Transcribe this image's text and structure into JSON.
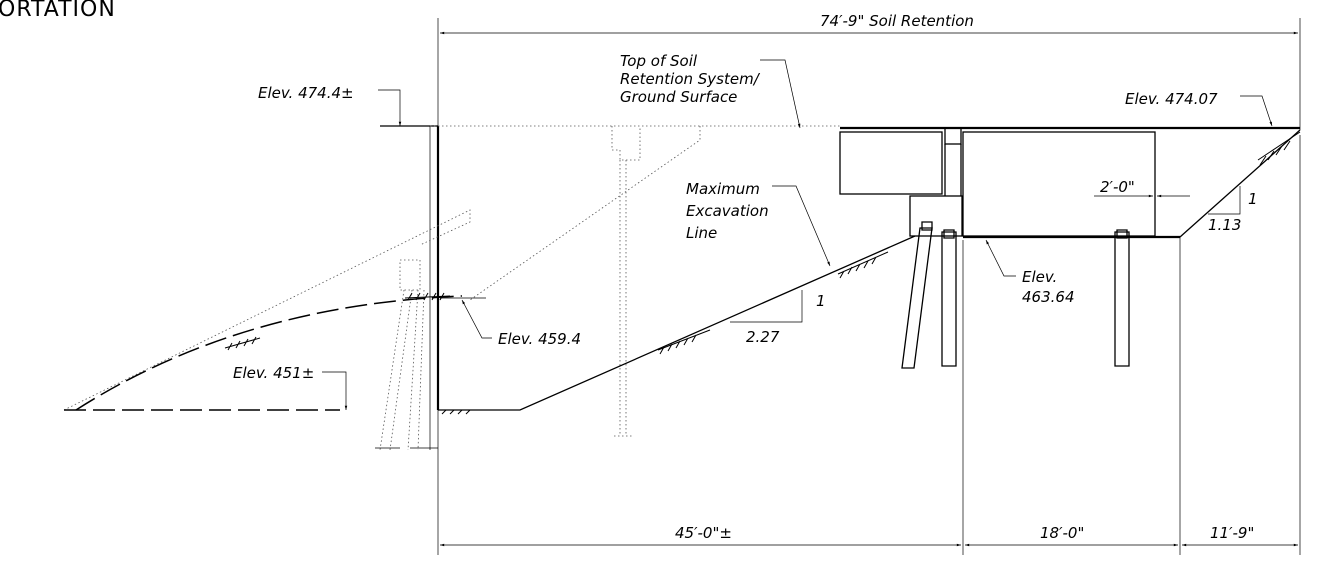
{
  "drawing": {
    "title": "ORTATION",
    "labels": {
      "soil_retention_length": "74′-9\" Soil Retention",
      "top_line1": "Top of Soil",
      "top_line2": "Retention System/",
      "top_line3": "Ground Surface",
      "elev_474_4": "Elev. 474.4±",
      "elev_474_07": "Elev. 474.07",
      "max_line1": "Maximum",
      "max_line2": "Excavation",
      "max_line3": "Line",
      "two_ft": "2′-0\"",
      "slope_rise_right": "1",
      "slope_run_right": "1.13",
      "elev_463_line1": "Elev.",
      "elev_463_line2": "463.64",
      "slope_rise_mid": "1",
      "slope_run_mid": "2.27",
      "elev_459_4": "Elev. 459.4",
      "elev_451": "Elev. 451±",
      "dim_45": "45′-0\"±",
      "dim_18": "18′-0\"",
      "dim_11_9": "11′-9\""
    }
  }
}
